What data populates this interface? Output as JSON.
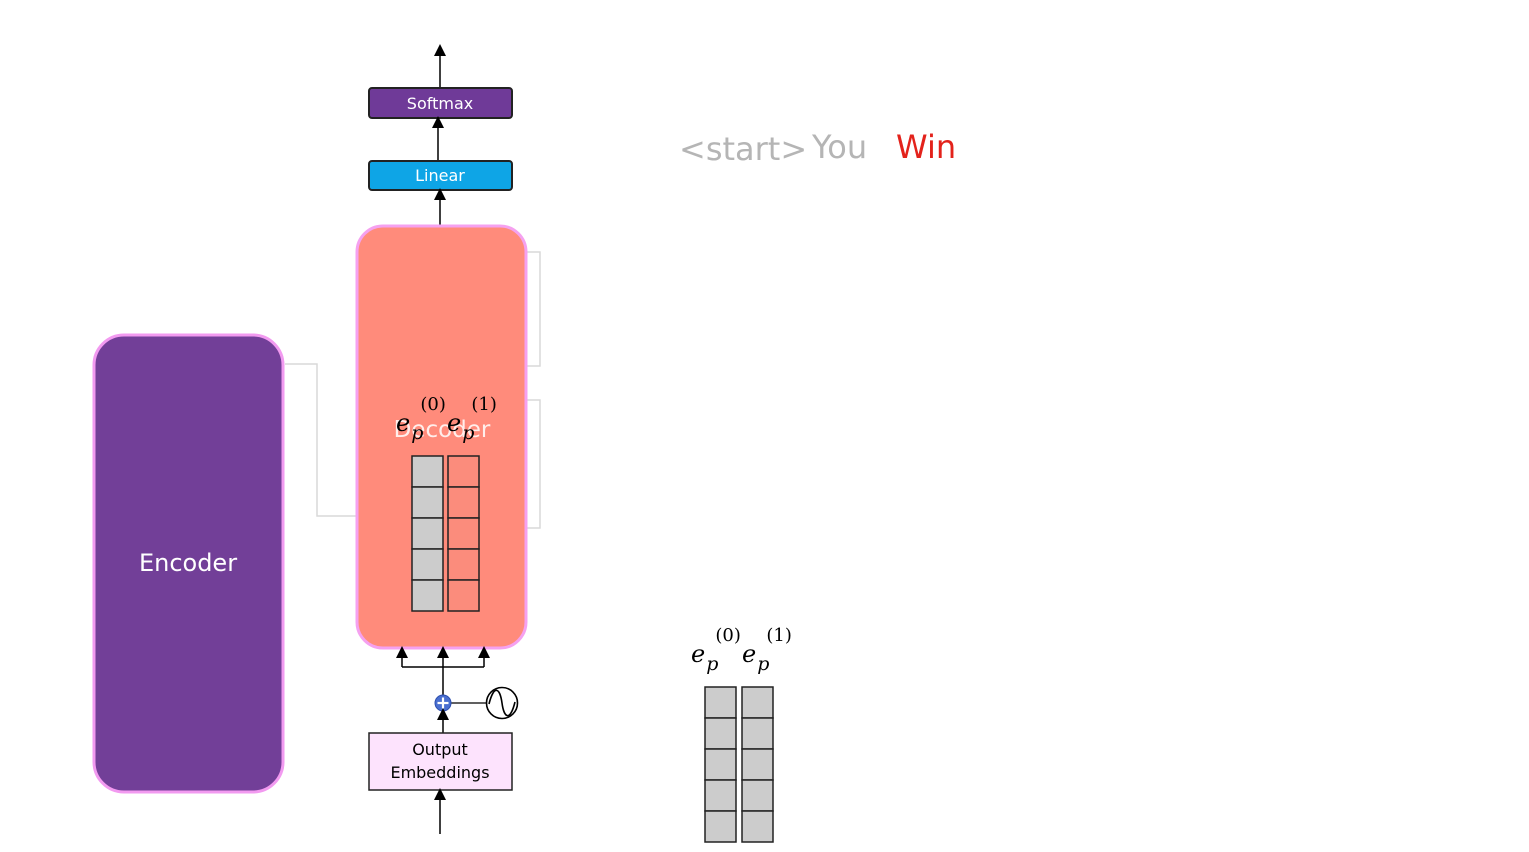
{
  "tokens": [
    {
      "text": "<start>",
      "color": "#b5b5b5"
    },
    {
      "text": "You",
      "color": "#b5b5b5"
    },
    {
      "text": "Win",
      "color": "#e3221b"
    }
  ],
  "blocks": {
    "softmax": "Softmax",
    "linear": "Linear",
    "decoder": "Decoder",
    "encoder": "Encoder",
    "output_embeddings_line1": "Output",
    "output_embeddings_line2": "Embeddings"
  },
  "embedding_labels": {
    "base": "e",
    "sub": "p",
    "sup0": "(0)",
    "sup1": "(1)"
  },
  "colors": {
    "softmax": "#6f3a98",
    "linear": "#0ea5e6",
    "decoder": "#ff8b7b",
    "decoder_border": "#f5a1f0",
    "encoder": "#723f98",
    "encoder_border": "#f29af0",
    "output_embeddings": "#fde3fd",
    "vector_gray": "#cccccc",
    "vector_red": "#fb8c7c",
    "plus": "#4a6fd0"
  }
}
